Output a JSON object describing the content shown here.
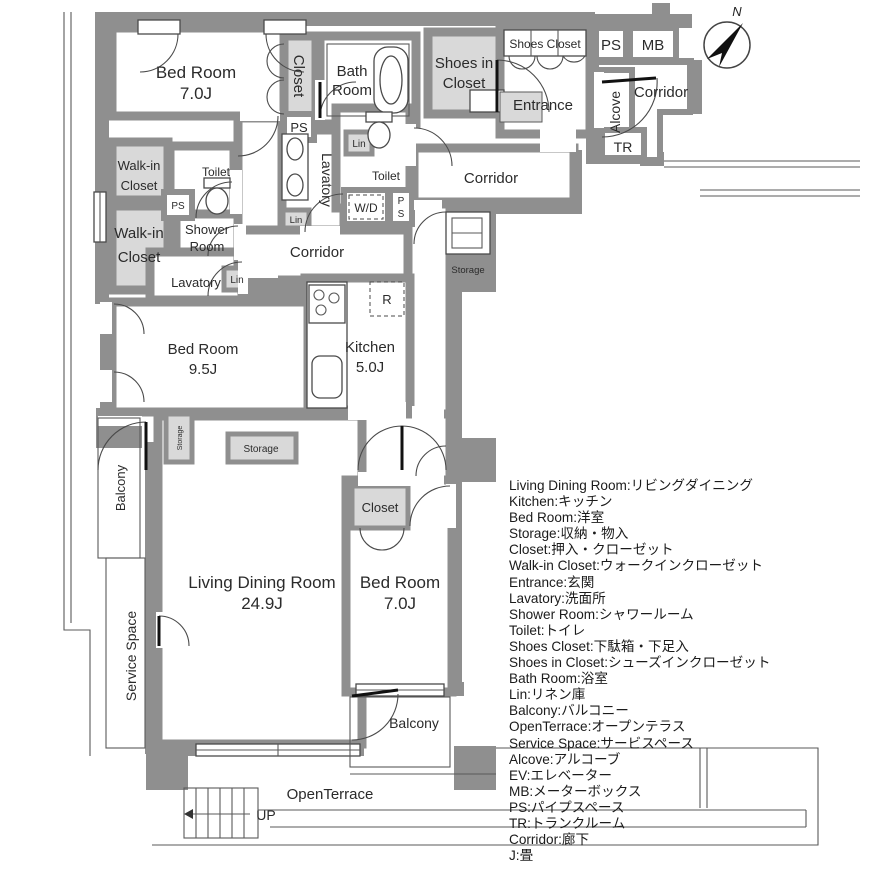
{
  "plan": {
    "compass": {
      "label": "N"
    },
    "rooms": {
      "bedroom1": {
        "name": "Bed Room",
        "size": "7.0J"
      },
      "closet1": {
        "name": "Closet"
      },
      "bathroom": {
        "line1": "Bath",
        "line2": "Room"
      },
      "shoes_in_closet": {
        "line1": "Shoes in",
        "line2": "Closet"
      },
      "shoes_closet": {
        "name": "Shoes Closet"
      },
      "entrance": {
        "name": "Entrance"
      },
      "ps_top": {
        "name": "PS"
      },
      "mb": {
        "name": "MB"
      },
      "alcove": {
        "name": "Alcove"
      },
      "corridor_ne": {
        "name": "Corridor"
      },
      "tr": {
        "name": "TR"
      },
      "walkin_closet1": {
        "line1": "Walk-in",
        "line2": "Closet"
      },
      "walkin_closet2": {
        "line1": "Walk-in",
        "line2": "Closet"
      },
      "toilet1": {
        "name": "Toilet"
      },
      "ps_left": {
        "name": "PS"
      },
      "shower_room": {
        "line1": "Shower",
        "line2": "Room"
      },
      "lavatory1": {
        "name": "Lavatory"
      },
      "lin_lav1": {
        "name": "Lin"
      },
      "ps_mid": {
        "name": "PS"
      },
      "lavatory2": {
        "name": "Lavatory"
      },
      "lin_mid": {
        "name": "Lin"
      },
      "lin_lav2": {
        "name": "Lin"
      },
      "toilet2": {
        "name": "Toilet"
      },
      "wd": {
        "name": "W/D"
      },
      "ps_wd": {
        "line1": "P",
        "line2": "S"
      },
      "corridor_mid": {
        "name": "Corridor"
      },
      "storage_right": {
        "name": "Storage"
      },
      "fridge": {
        "name": "R"
      },
      "kitchen": {
        "name": "Kitchen",
        "size": "5.0J"
      },
      "bedroom2": {
        "name": "Bed Room",
        "size": "9.5J"
      },
      "storage_small": {
        "name": "Storage"
      },
      "storage_ldk": {
        "name": "Storage"
      },
      "living": {
        "name": "Living Dining Room",
        "size": "24.9J"
      },
      "closet3": {
        "name": "Closet"
      },
      "bedroom3": {
        "name": "Bed Room",
        "size": "7.0J"
      },
      "balcony_left": {
        "name": "Balcony"
      },
      "service_space": {
        "name": "Service Space"
      },
      "balcony_bottom": {
        "name": "Balcony"
      },
      "open_terrace": {
        "name": "OpenTerrace"
      },
      "up": {
        "name": "UP"
      }
    }
  },
  "legend": {
    "lines": [
      "Living Dining Room:リビングダイニング",
      "Kitchen:キッチン",
      "Bed Room:洋室",
      "Storage:収納・物入",
      "Closet:押入・クローゼット",
      "Walk-in Closet:ウォークインクローゼット",
      "Entrance:玄関",
      "Lavatory:洗面所",
      "Shower Room:シャワールーム",
      "Toilet:トイレ",
      "Shoes Closet:下駄箱・下足入",
      "Shoes in Closet:シューズインクローゼット",
      "Bath Room:浴室",
      "Lin:リネン庫",
      "Balcony:バルコニー",
      "OpenTerrace:オープンテラス",
      "Service Space:サービスペース",
      "Alcove:アルコーブ",
      "EV:エレベーター",
      "MB:メーターボックス",
      "PS:パイプスペース",
      "TR:トランクルーム",
      "Corridor:廊下",
      "J:畳"
    ]
  }
}
